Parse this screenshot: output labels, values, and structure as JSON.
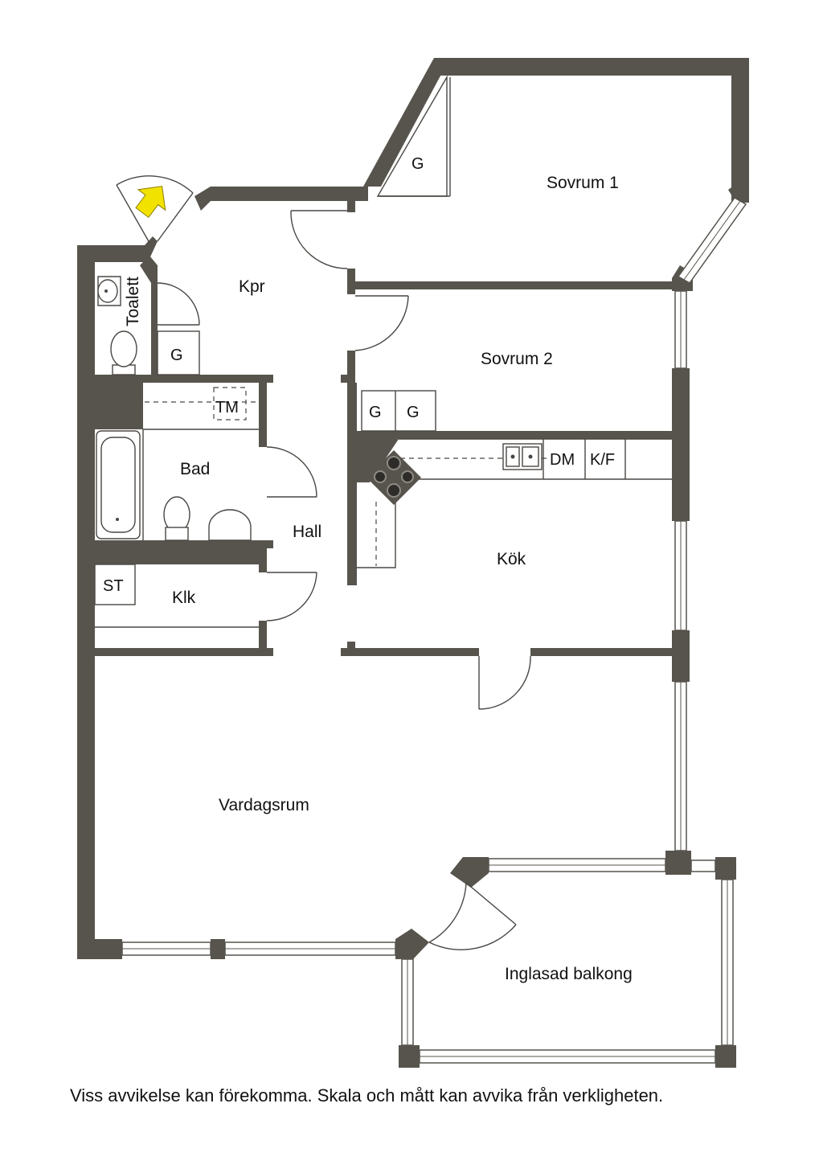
{
  "rooms": {
    "sovrum1": "Sovrum 1",
    "sovrum2": "Sovrum 2",
    "kpr": "Kpr",
    "toalett": "Toalett",
    "bad": "Bad",
    "hall": "Hall",
    "klk": "Klk",
    "kok": "Kök",
    "vardagsrum": "Vardagsrum",
    "balkong": "Inglasad balkong"
  },
  "fixtures": {
    "g": "G",
    "tm": "TM",
    "dm": "DM",
    "kf": "K/F",
    "st": "ST"
  },
  "footer": {
    "disclaimer": "Viss avvikelse kan förekomma. Skala och mått kan avvika från verkligheten."
  },
  "colors": {
    "wall": "#57544d",
    "entrance_arrow": "#f2e200"
  },
  "icons": {
    "entrance": "entrance-arrow-icon"
  }
}
